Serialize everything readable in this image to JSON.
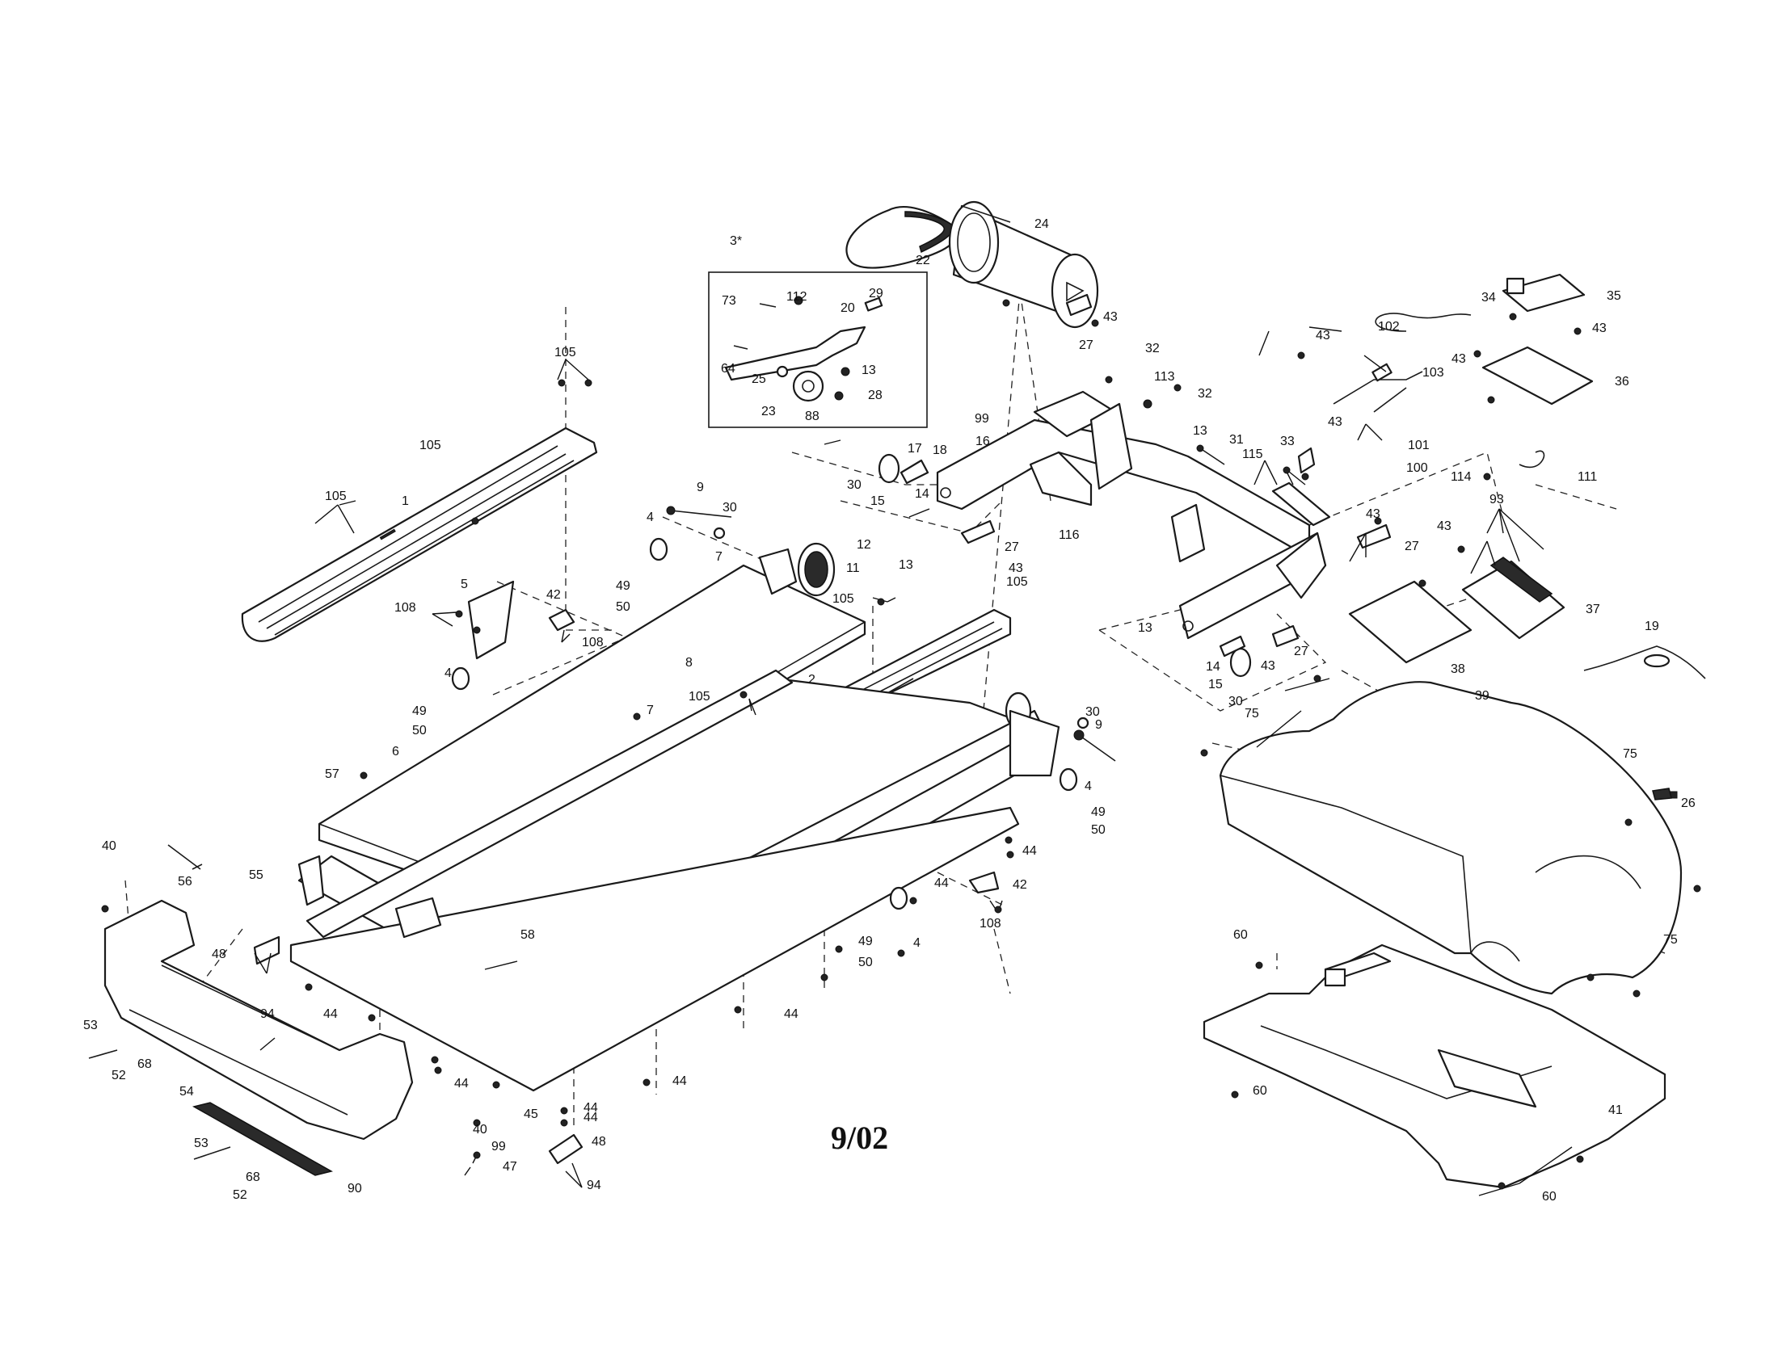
{
  "date_stamp": "9/02",
  "inset_label": "3*",
  "callouts": [
    {
      "id": "c01",
      "text": "1"
    },
    {
      "id": "c02",
      "text": "2"
    },
    {
      "id": "c03",
      "text": "4"
    },
    {
      "id": "c04",
      "text": "4"
    },
    {
      "id": "c05",
      "text": "4"
    },
    {
      "id": "c06",
      "text": "4"
    },
    {
      "id": "c07",
      "text": "5"
    },
    {
      "id": "c08",
      "text": "6"
    },
    {
      "id": "c09",
      "text": "7"
    },
    {
      "id": "c10",
      "text": "7"
    },
    {
      "id": "c11",
      "text": "8"
    },
    {
      "id": "c12",
      "text": "9"
    },
    {
      "id": "c13",
      "text": "9"
    },
    {
      "id": "c14",
      "text": "11"
    },
    {
      "id": "c15",
      "text": "12"
    },
    {
      "id": "c16",
      "text": "13"
    },
    {
      "id": "c17",
      "text": "13"
    },
    {
      "id": "c18",
      "text": "13"
    },
    {
      "id": "c19",
      "text": "13"
    },
    {
      "id": "c20",
      "text": "14"
    },
    {
      "id": "c21",
      "text": "14"
    },
    {
      "id": "c22",
      "text": "15"
    },
    {
      "id": "c23",
      "text": "15"
    },
    {
      "id": "c24",
      "text": "16"
    },
    {
      "id": "c25",
      "text": "17"
    },
    {
      "id": "c26",
      "text": "18"
    },
    {
      "id": "c27",
      "text": "19"
    },
    {
      "id": "c28",
      "text": "20"
    },
    {
      "id": "c29",
      "text": "22"
    },
    {
      "id": "c30",
      "text": "23"
    },
    {
      "id": "c31",
      "text": "24"
    },
    {
      "id": "c32",
      "text": "25"
    },
    {
      "id": "c33",
      "text": "26"
    },
    {
      "id": "c34",
      "text": "27"
    },
    {
      "id": "c35",
      "text": "27"
    },
    {
      "id": "c36",
      "text": "27"
    },
    {
      "id": "c37",
      "text": "27"
    },
    {
      "id": "c38",
      "text": "28"
    },
    {
      "id": "c39",
      "text": "29"
    },
    {
      "id": "c40",
      "text": "30"
    },
    {
      "id": "c41",
      "text": "30"
    },
    {
      "id": "c42",
      "text": "30"
    },
    {
      "id": "c43",
      "text": "30"
    },
    {
      "id": "c44",
      "text": "31"
    },
    {
      "id": "c45",
      "text": "32"
    },
    {
      "id": "c46",
      "text": "32"
    },
    {
      "id": "c47",
      "text": "33"
    },
    {
      "id": "c48",
      "text": "34"
    },
    {
      "id": "c49",
      "text": "35"
    },
    {
      "id": "c50",
      "text": "36"
    },
    {
      "id": "c51",
      "text": "37"
    },
    {
      "id": "c52",
      "text": "38"
    },
    {
      "id": "c53",
      "text": "39"
    },
    {
      "id": "c54",
      "text": "40"
    },
    {
      "id": "c55",
      "text": "40"
    },
    {
      "id": "c56",
      "text": "41"
    },
    {
      "id": "c57",
      "text": "42"
    },
    {
      "id": "c58",
      "text": "42"
    },
    {
      "id": "c59",
      "text": "43"
    },
    {
      "id": "c60",
      "text": "43"
    },
    {
      "id": "c61",
      "text": "43"
    },
    {
      "id": "c62",
      "text": "43"
    },
    {
      "id": "c63",
      "text": "43"
    },
    {
      "id": "c64",
      "text": "43"
    },
    {
      "id": "c65",
      "text": "43"
    },
    {
      "id": "c66",
      "text": "43"
    },
    {
      "id": "c67",
      "text": "43"
    },
    {
      "id": "c68",
      "text": "44"
    },
    {
      "id": "c69",
      "text": "44"
    },
    {
      "id": "c70",
      "text": "44"
    },
    {
      "id": "c71",
      "text": "44"
    },
    {
      "id": "c72",
      "text": "44"
    },
    {
      "id": "c73",
      "text": "44"
    },
    {
      "id": "c74",
      "text": "44"
    },
    {
      "id": "c75",
      "text": "44"
    },
    {
      "id": "c76",
      "text": "45"
    },
    {
      "id": "c77",
      "text": "47"
    },
    {
      "id": "c78",
      "text": "48"
    },
    {
      "id": "c79",
      "text": "48"
    },
    {
      "id": "c80",
      "text": "49"
    },
    {
      "id": "c81",
      "text": "49"
    },
    {
      "id": "c82",
      "text": "49"
    },
    {
      "id": "c83",
      "text": "49"
    },
    {
      "id": "c84",
      "text": "50"
    },
    {
      "id": "c85",
      "text": "50"
    },
    {
      "id": "c86",
      "text": "50"
    },
    {
      "id": "c87",
      "text": "50"
    },
    {
      "id": "c88",
      "text": "52"
    },
    {
      "id": "c89",
      "text": "52"
    },
    {
      "id": "c90",
      "text": "53"
    },
    {
      "id": "c91",
      "text": "53"
    },
    {
      "id": "c92",
      "text": "54"
    },
    {
      "id": "c93",
      "text": "55"
    },
    {
      "id": "c94",
      "text": "56"
    },
    {
      "id": "c95",
      "text": "57"
    },
    {
      "id": "c96",
      "text": "58"
    },
    {
      "id": "c97",
      "text": "60"
    },
    {
      "id": "c98",
      "text": "60"
    },
    {
      "id": "c99",
      "text": "60"
    },
    {
      "id": "c100",
      "text": "64"
    },
    {
      "id": "c101",
      "text": "68"
    },
    {
      "id": "c102",
      "text": "68"
    },
    {
      "id": "c103",
      "text": "73"
    },
    {
      "id": "c104",
      "text": "75"
    },
    {
      "id": "c105",
      "text": "75"
    },
    {
      "id": "c106",
      "text": "75"
    },
    {
      "id": "c107",
      "text": "88"
    },
    {
      "id": "c108",
      "text": "90"
    },
    {
      "id": "c109",
      "text": "93"
    },
    {
      "id": "c110",
      "text": "94"
    },
    {
      "id": "c111",
      "text": "94"
    },
    {
      "id": "c112",
      "text": "99"
    },
    {
      "id": "c113",
      "text": "99"
    },
    {
      "id": "c114",
      "text": "100"
    },
    {
      "id": "c115",
      "text": "101"
    },
    {
      "id": "c116",
      "text": "102"
    },
    {
      "id": "c117",
      "text": "103"
    },
    {
      "id": "c118",
      "text": "105"
    },
    {
      "id": "c119",
      "text": "105"
    },
    {
      "id": "c120",
      "text": "105"
    },
    {
      "id": "c121",
      "text": "105"
    },
    {
      "id": "c122",
      "text": "105"
    },
    {
      "id": "c123",
      "text": "105"
    },
    {
      "id": "c124",
      "text": "108"
    },
    {
      "id": "c125",
      "text": "108"
    },
    {
      "id": "c126",
      "text": "108"
    },
    {
      "id": "c127",
      "text": "111"
    },
    {
      "id": "c128",
      "text": "112"
    },
    {
      "id": "c129",
      "text": "113"
    },
    {
      "id": "c130",
      "text": "114"
    },
    {
      "id": "c131",
      "text": "115"
    },
    {
      "id": "c132",
      "text": "116"
    }
  ]
}
